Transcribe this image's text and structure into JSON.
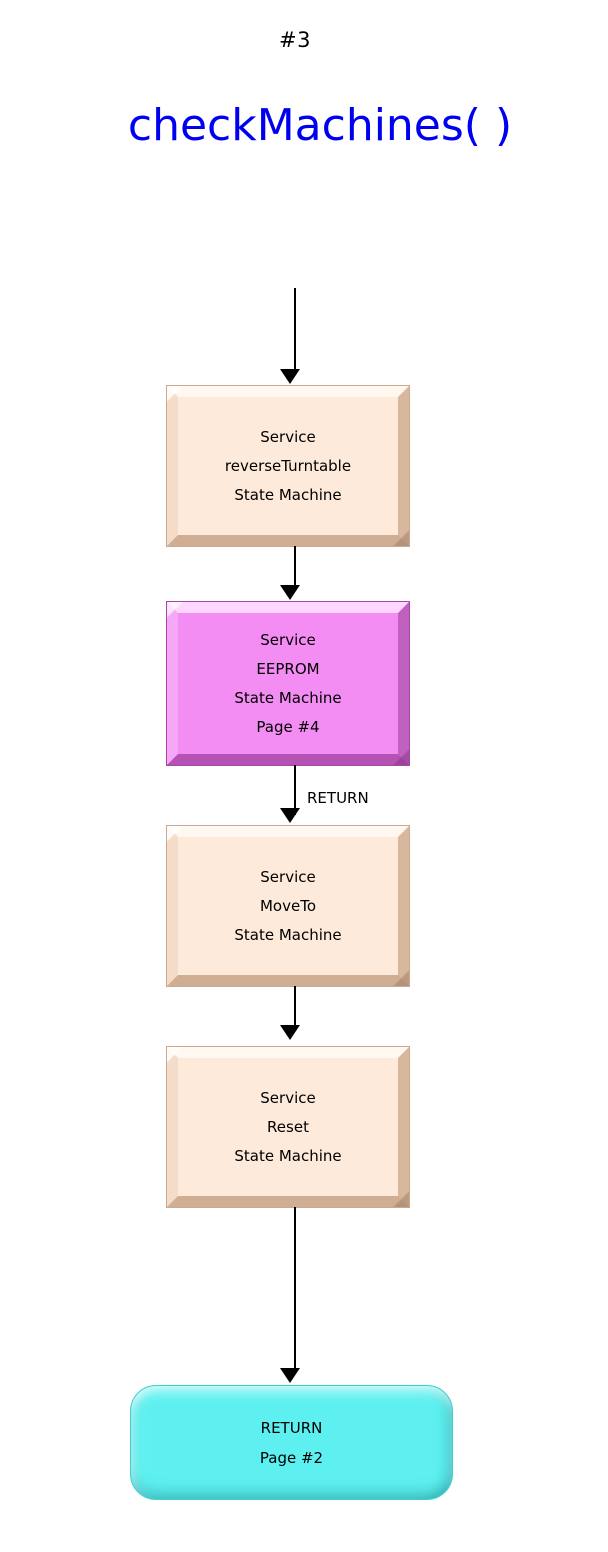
{
  "diagram": {
    "page_number": "#3",
    "function_title": "checkMachines( )",
    "title_color": "#0000f0",
    "background": "#ffffff",
    "nodes": [
      {
        "id": "reverse-turntable",
        "type": "process",
        "color": "#fdeada",
        "lines": [
          "Service",
          "reverseTurntable",
          "State Machine"
        ]
      },
      {
        "id": "eeprom",
        "type": "process",
        "color": "#f38cf3",
        "lines": [
          "Service",
          "EEPROM",
          "State Machine",
          "Page #4"
        ]
      },
      {
        "id": "moveto",
        "type": "process",
        "color": "#fdeada",
        "lines": [
          "Service",
          "MoveTo",
          "State Machine"
        ]
      },
      {
        "id": "reset",
        "type": "process",
        "color": "#fdeada",
        "lines": [
          "Service",
          "Reset",
          "State Machine"
        ]
      },
      {
        "id": "return-terminal",
        "type": "terminal",
        "color": "#5ef0f0",
        "lines": [
          "RETURN",
          "Page #2"
        ]
      }
    ],
    "edges": [
      {
        "id": "entry",
        "label": ""
      },
      {
        "id": "reverse-to-eeprom",
        "label": ""
      },
      {
        "id": "eeprom-to-moveto",
        "label": "RETURN"
      },
      {
        "id": "moveto-to-reset",
        "label": ""
      },
      {
        "id": "reset-to-return",
        "label": ""
      }
    ]
  }
}
